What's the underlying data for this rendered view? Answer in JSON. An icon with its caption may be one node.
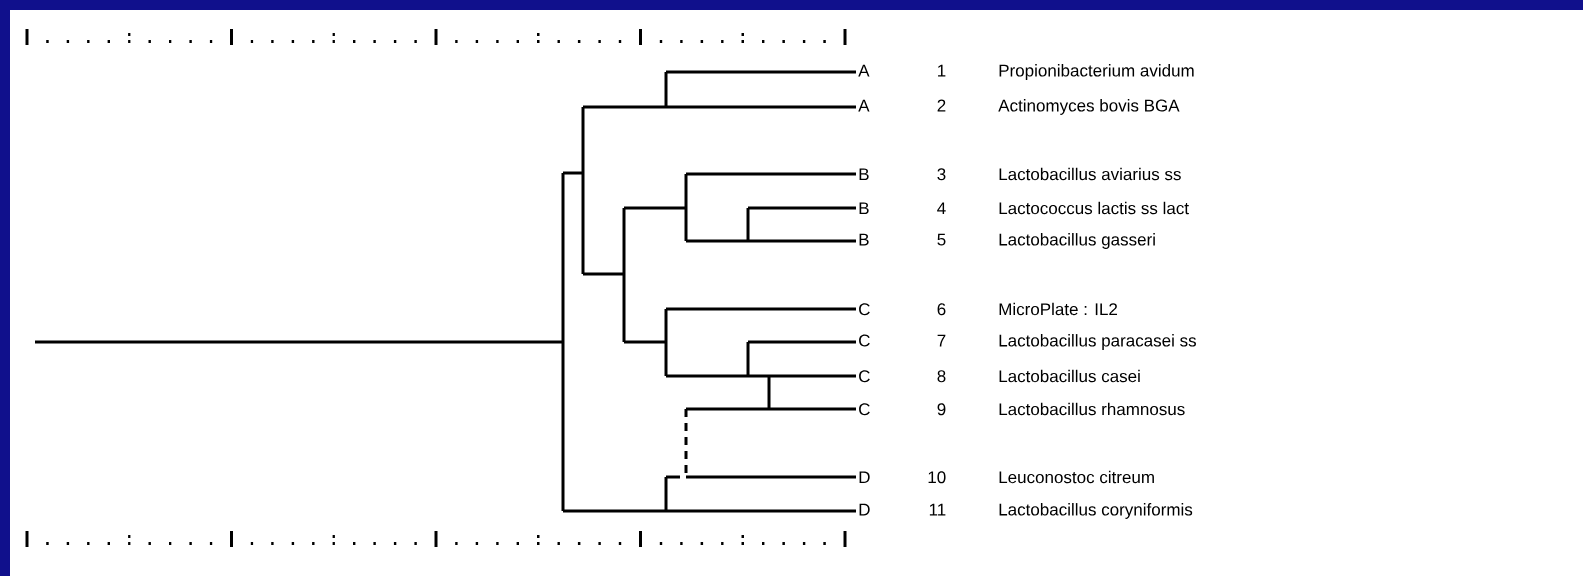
{
  "diagram": {
    "nodes": [
      {
        "text": [
          "A",
          "1",
          "Propionibacterium avidum"
        ]
      },
      {
        "text": [
          "A",
          "2",
          "Actinomyces bovis BGA"
        ]
      },
      {
        "text": [
          "B",
          "3",
          "Lactobacillus aviarius ss"
        ]
      },
      {
        "text": [
          "B",
          "4",
          "Lactococcus lactis ss lact"
        ]
      },
      {
        "text": [
          "B",
          "5",
          "Lactobacillus gasseri"
        ]
      },
      {
        "text": [
          "C",
          "6",
          "MicroPlate : IL2"
        ]
      },
      {
        "text": [
          "C",
          "7",
          "Lactobacillus paracasei ss"
        ]
      },
      {
        "text": [
          "C",
          "8",
          "Lactobacillus casei"
        ]
      },
      {
        "text": [
          "C",
          "9",
          "Lactobacillus rhamnosus"
        ]
      },
      {
        "text": [
          "D",
          "10",
          "Leuconostoc citreum"
        ]
      },
      {
        "text": [
          "D",
          "11",
          "Lactobacillus coryniformis"
        ]
      }
    ]
  }
}
